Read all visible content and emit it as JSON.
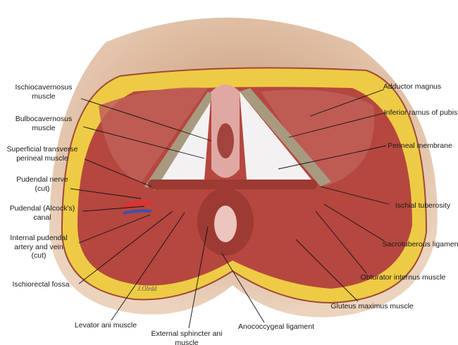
{
  "labels": {
    "ischiocavernosus": "Ischiocavernosus\nmuscle",
    "bulbocavernosus": "Bulbocavernosus\nmuscle",
    "superficial_transverse": "Superficial transverse\nperineal muscle",
    "pudendal_nerve": "Pudendal nerve\n(cut)",
    "pudendal_canal": "Pudendal (Alcock's)\ncanal",
    "internal_pudendal": "Internal pudendal\nartery and vein\n(cut)",
    "ischiorectal_fossa": "Ischiorectal fossa",
    "levator_ani": "Levator ani muscle",
    "external_sphincter": "External sphincter ani\nmuscle",
    "anococcygeal": "Anococcygeal ligament",
    "gluteus_maximus": "Gluteus maximus muscle",
    "obturator_internus": "Obturator internus muscle",
    "sacrotuberous": "Sacrotuberous ligament",
    "ischial_tuberosity": "Ischial tuberosity",
    "perineal_membrane": "Perineal membrane",
    "inferior_ramus": "Inferior ramus of pubis",
    "adductor_magnus": "Adductor magnus"
  },
  "signature": "J.Olrdd",
  "colors": {
    "skin": "#d9b08c",
    "fat": "#f0d24a",
    "muscle": "#b5473f",
    "membrane": "#f4f1f3"
  }
}
